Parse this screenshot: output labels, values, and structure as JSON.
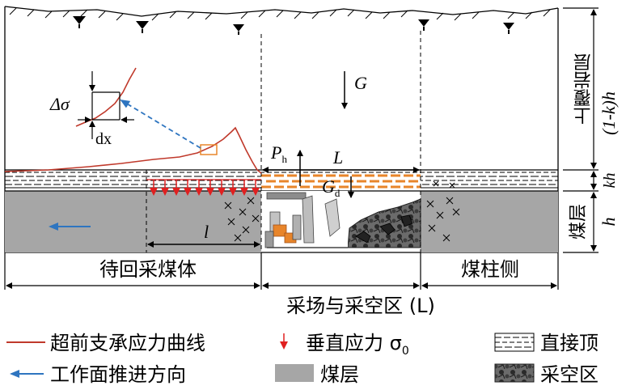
{
  "labels": {
    "G": "G",
    "Ph": "P",
    "Ph_sub": "h",
    "L": "L",
    "Gd": "G",
    "Gd_sub": "d",
    "l": "l",
    "delta_sigma": "Δσ",
    "dx": "dx"
  },
  "right_side": {
    "upper_layer": "上覆岩层",
    "upper_thickness": "(1-k)h",
    "immediate_thickness": "kh",
    "coal_layer": "煤层",
    "coal_thickness": "h"
  },
  "zones": {
    "left": "待回采煤体",
    "right": "煤柱侧",
    "middle": "采场与采空区 (L)"
  },
  "legend": {
    "stress_curve": "超前支承应力曲线",
    "advance_direction": "工作面推进方向",
    "vertical_stress": "垂直应力 σ",
    "vertical_stress_sub": "0",
    "coal_seam": "煤层",
    "immediate_roof": "直接顶",
    "goaf": "采空区"
  },
  "colors": {
    "curve": "#c0392b",
    "stress_arrow": "#e02020",
    "advance_arrow": "#2e75c0",
    "coal": "#a6a6a6",
    "hatch": "#e8852a",
    "goaf": "#3a3a3a"
  }
}
